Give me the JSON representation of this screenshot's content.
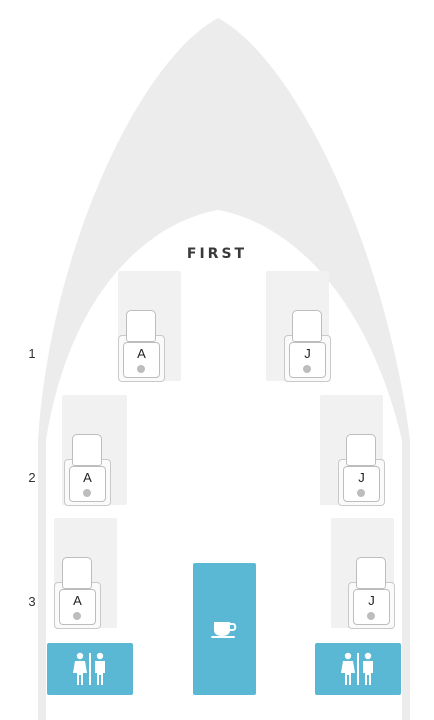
{
  "cabin": {
    "label": "FIRST"
  },
  "rows": [
    {
      "number": "1",
      "seats": [
        {
          "letter": "A"
        },
        {
          "letter": "J"
        }
      ]
    },
    {
      "number": "2",
      "seats": [
        {
          "letter": "A"
        },
        {
          "letter": "J"
        }
      ]
    },
    {
      "number": "3",
      "seats": [
        {
          "letter": "A"
        },
        {
          "letter": "J"
        }
      ]
    }
  ],
  "facilities": [
    {
      "type": "lavatory",
      "icon": "lavatory-icon"
    },
    {
      "type": "galley",
      "icon": "coffee-cup-icon"
    },
    {
      "type": "lavatory",
      "icon": "lavatory-icon"
    }
  ],
  "colors": {
    "fuselage": "#ececec",
    "cabin_floor": "#ffffff",
    "facility": "#5bb8d4",
    "seat_outline": "#c2c2c2"
  }
}
